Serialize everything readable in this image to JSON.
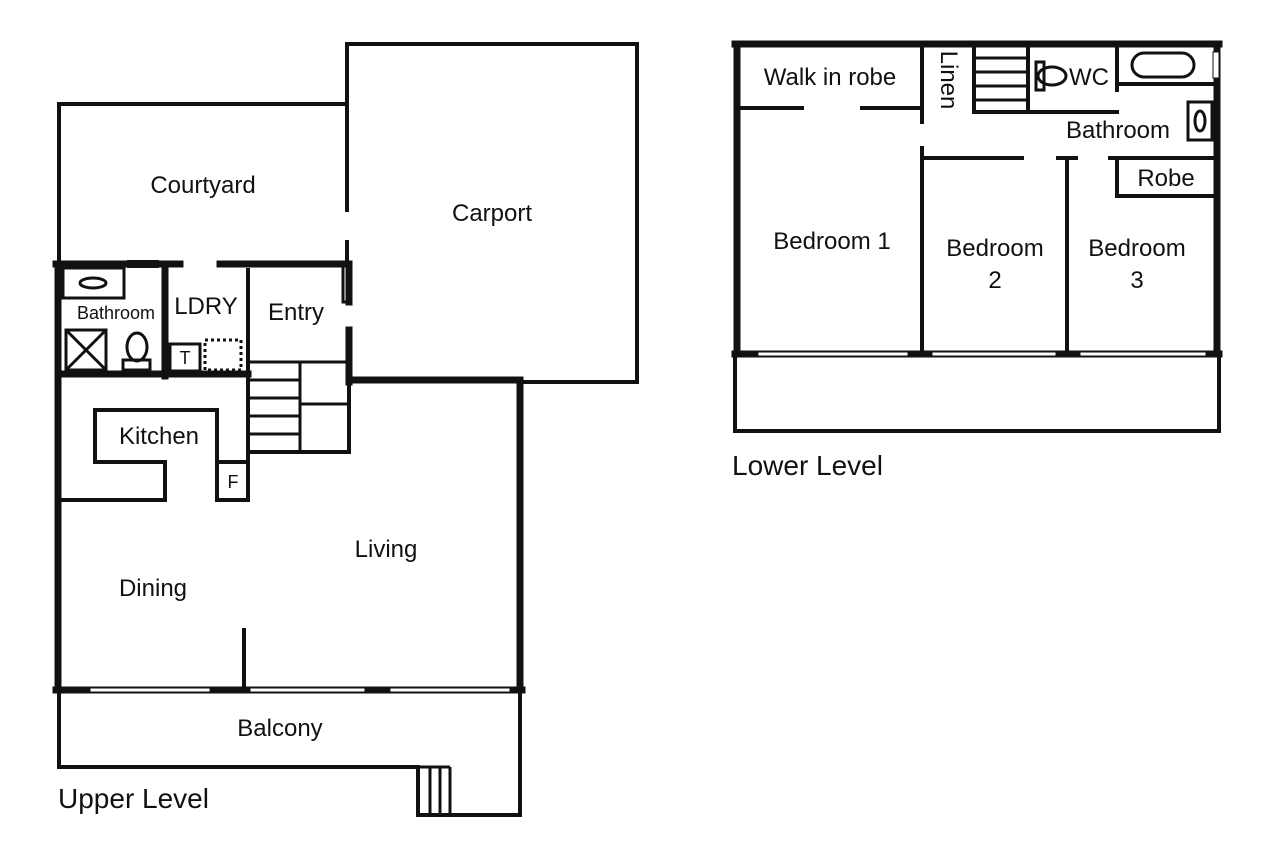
{
  "upper_level": {
    "caption": "Upper Level",
    "rooms": {
      "courtyard": "Courtyard",
      "carport": "Carport",
      "bathroom": "Bathroom",
      "laundry": "LDRY",
      "entry": "Entry",
      "kitchen": "Kitchen",
      "fridge": "F",
      "toilet_tag": "T",
      "living": "Living",
      "dining": "Dining",
      "balcony": "Balcony"
    }
  },
  "lower_level": {
    "caption": "Lower Level",
    "rooms": {
      "walk_in_robe": "Walk in robe",
      "linen": "Linen",
      "wc": "WC",
      "bathroom": "Bathroom",
      "robe": "Robe",
      "bedroom1": "Bedroom 1",
      "bedroom2_line1": "Bedroom",
      "bedroom2_line2": "2",
      "bedroom3_line1": "Bedroom",
      "bedroom3_line2": "3"
    }
  }
}
